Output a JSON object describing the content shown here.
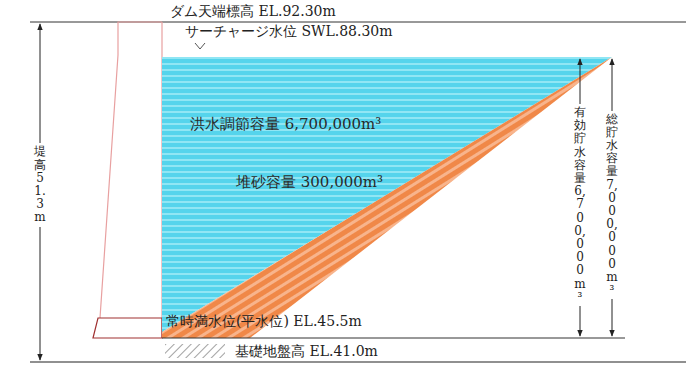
{
  "diagram": {
    "nodes": [
      {
        "text": [
          "洪水調節容量 6,700,000m³"
        ]
      },
      {
        "text": [
          "堆砂容量 300,000m³"
        ]
      }
    ],
    "labels": [
      "ダム天端標高 EL.92.30m",
      "サーチャージ水位 SWL.88.30m",
      "常時満水位(平水位) EL.45.5m",
      "基礎地盤高 EL.41.0m",
      "堤高 51.3m",
      "有効貯水容量 6,700,000m³",
      "総貯水容量 7,000,000m³"
    ]
  }
}
